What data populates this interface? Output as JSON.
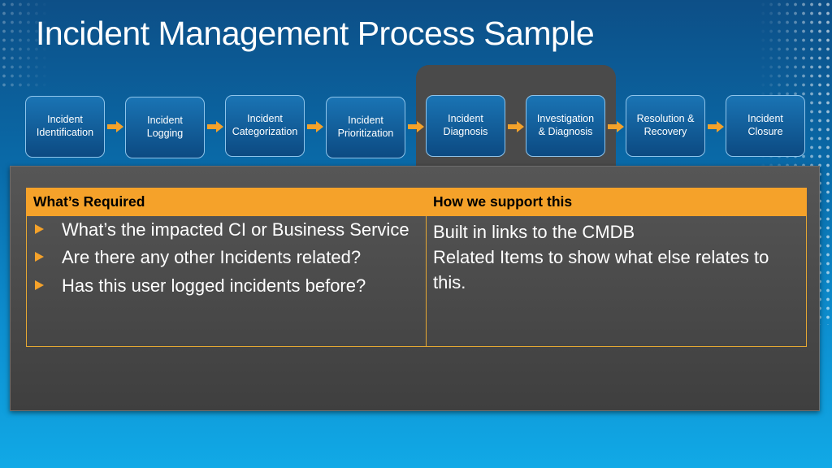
{
  "title": "Incident Management Process Sample",
  "steps": [
    {
      "label": "Incident\nIdentification"
    },
    {
      "label": "Incident\nLogging"
    },
    {
      "label": "Incident\nCategorization"
    },
    {
      "label": "Incident\nPrioritization"
    },
    {
      "label": "Incident\nDiagnosis"
    },
    {
      "label": "Investigation\n& Diagnosis"
    },
    {
      "label": "Resolution  &\nRecovery"
    },
    {
      "label": "Incident\nClosure"
    }
  ],
  "table": {
    "headers": [
      "What’s Required",
      "How we support this"
    ],
    "required": [
      "What’s the impacted CI or Business Service",
      "Are there any other Incidents related?",
      "Has this user logged incidents before?"
    ],
    "support": [
      "Built in links to the CMDB",
      "Related Items to show what else relates to this."
    ]
  },
  "colors": {
    "accent": "#f5a22a",
    "step_fill": "#0c4a82",
    "panel": "#4a4a4a"
  }
}
